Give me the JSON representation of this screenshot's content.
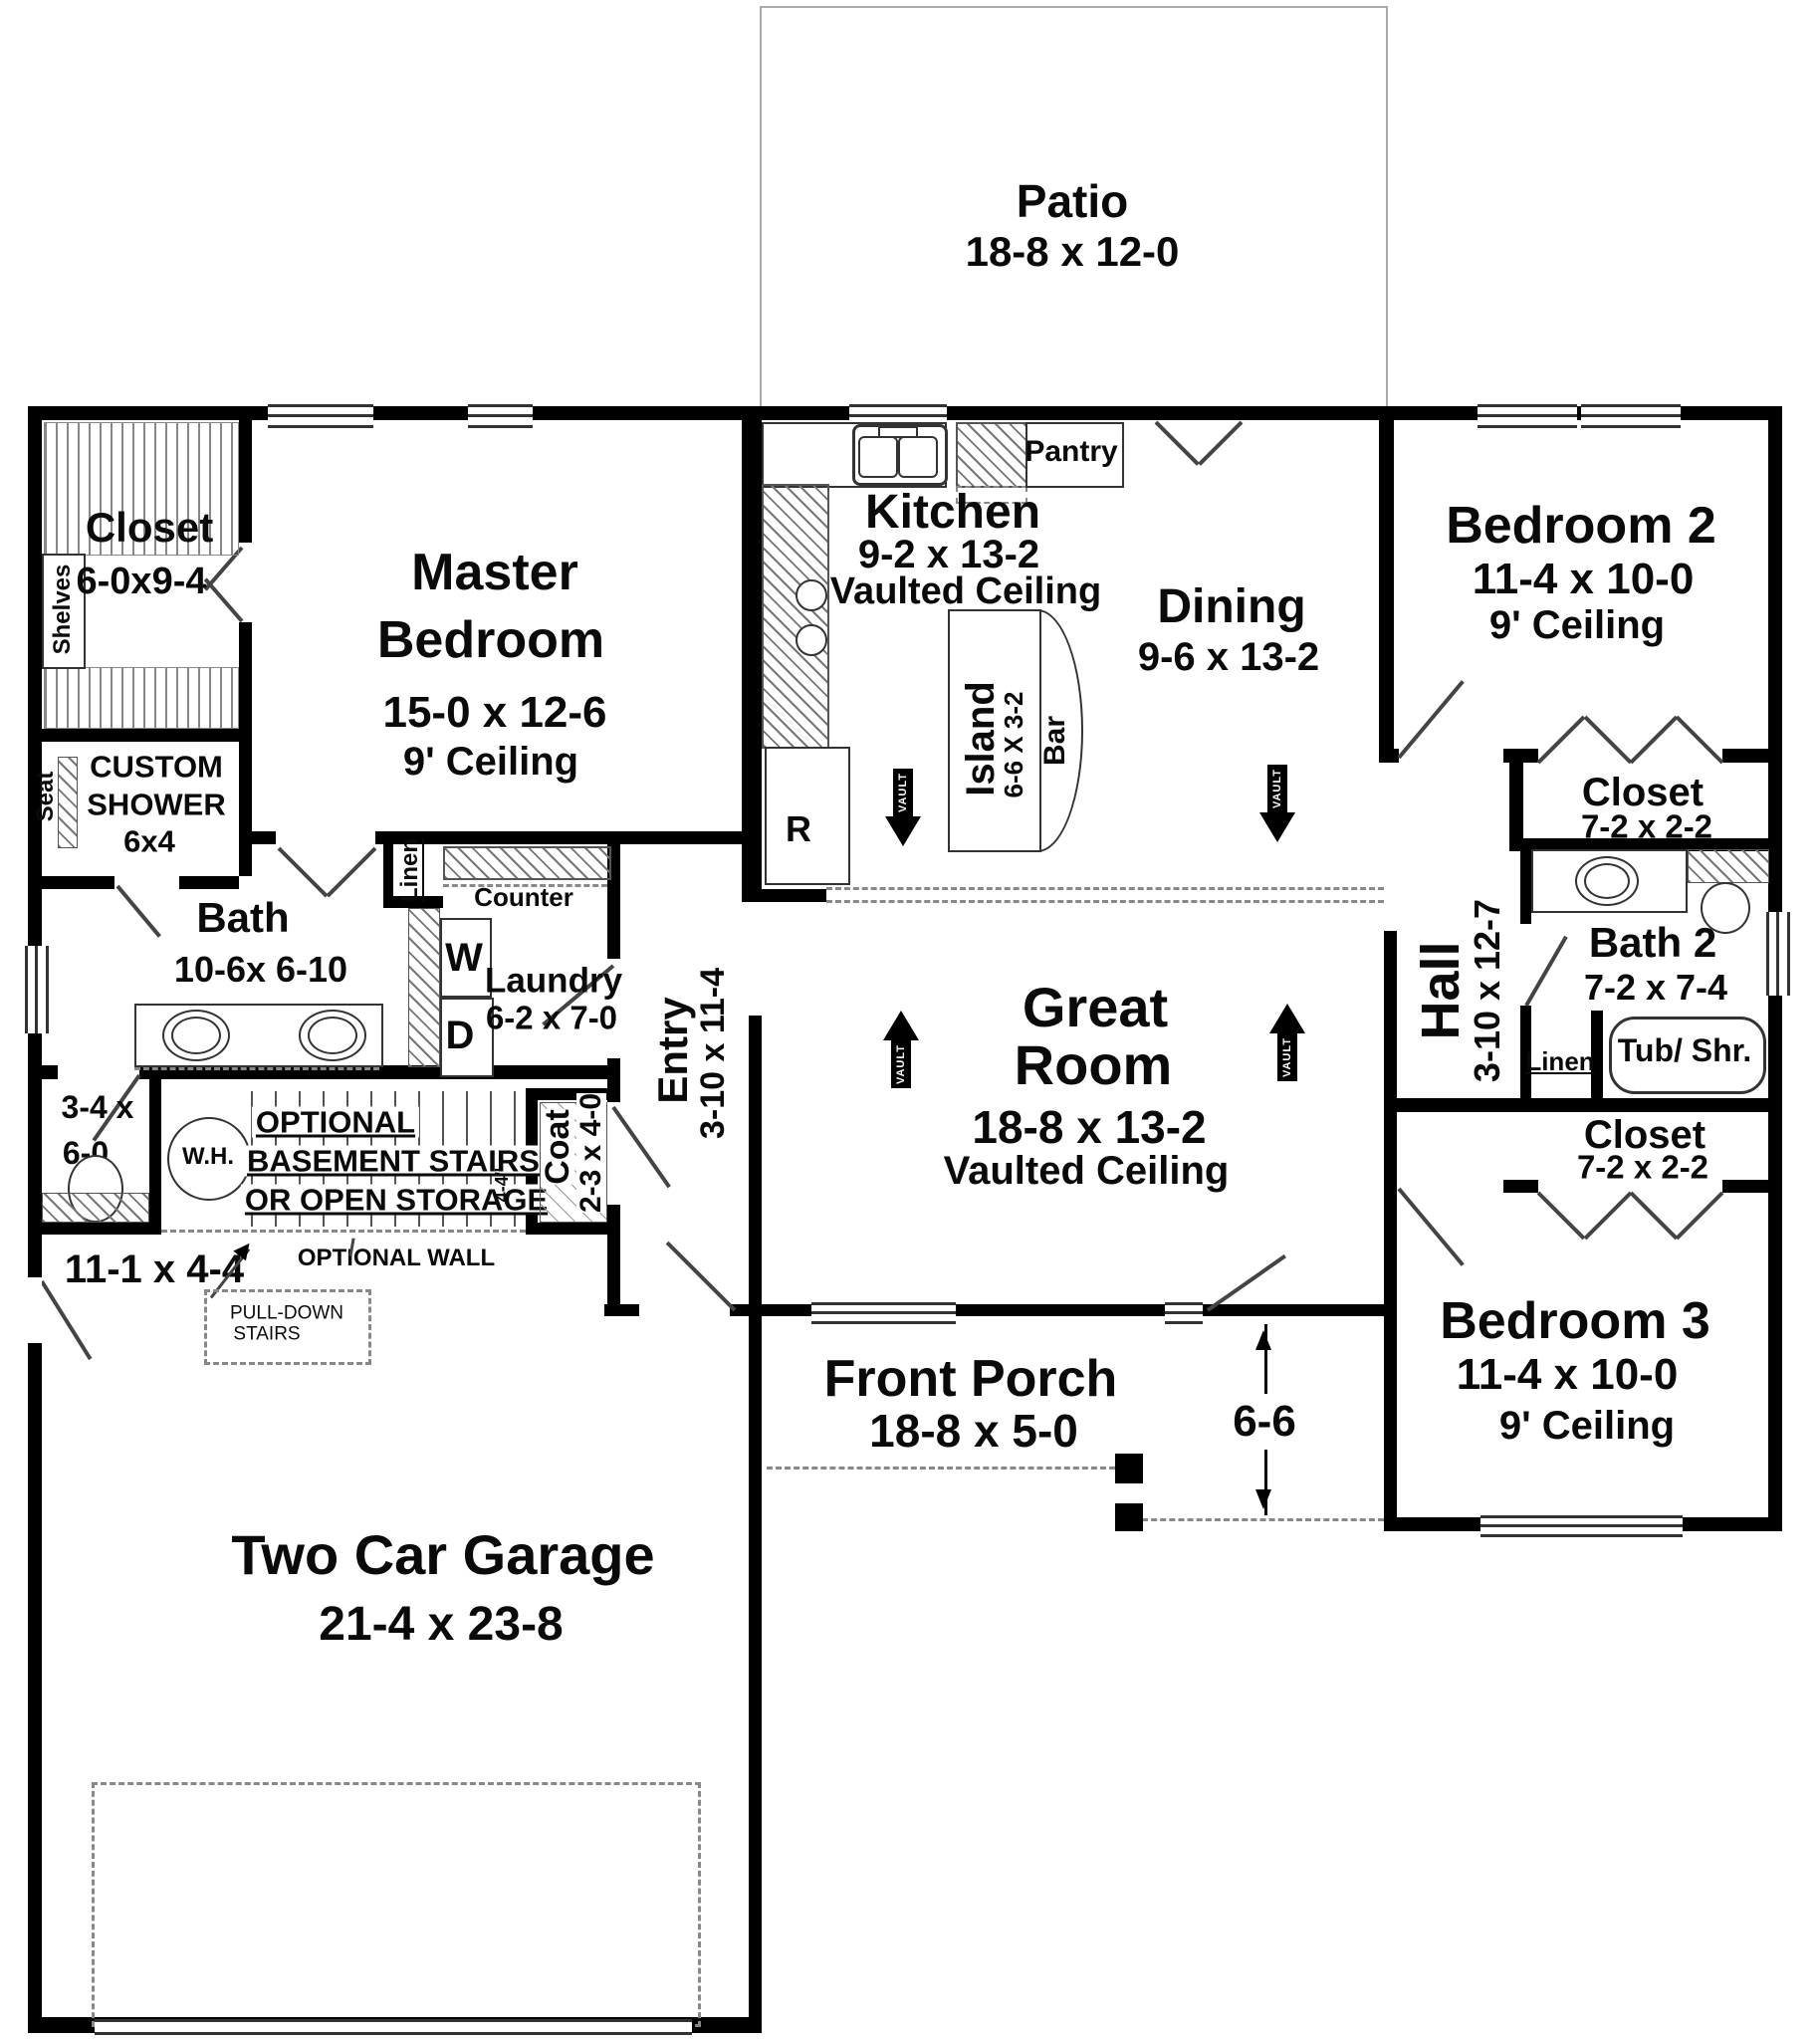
{
  "rooms": {
    "patio": {
      "name": "Patio",
      "dims": "18-8 x 12-0"
    },
    "master_closet": {
      "name": "Closet",
      "dims": "6-0x9-4",
      "shelves": "Shelves"
    },
    "master_bedroom": {
      "name1": "Master",
      "name2": "Bedroom",
      "dims": "15-0 x 12-6",
      "ceiling": "9' Ceiling"
    },
    "custom_shower": {
      "name1": "CUSTOM",
      "name2": "SHOWER",
      "name3": "6x4",
      "seat": "Seat"
    },
    "bath": {
      "name": "Bath",
      "dims": "10-6x 6-10"
    },
    "toilet_room": {
      "dims1": "3-4 x",
      "dims2": "6-0"
    },
    "linen": {
      "name": "Linen"
    },
    "laundry": {
      "name": "Laundry",
      "dims": "6-2 x 7-0",
      "counter": "Counter",
      "washer": "W",
      "dryer": "D"
    },
    "water_heater": {
      "name": "W.H."
    },
    "basement_stairs": {
      "line1": "OPTIONAL",
      "line2": "BASEMENT STAIRS",
      "line3": "OR OPEN STORAGE",
      "optional_wall": "OPTIONAL WALL",
      "dims": "11-1 x 4-4",
      "rise": "4-4\""
    },
    "pull_down": {
      "line1": "PULL-DOWN",
      "line2": "STAIRS"
    },
    "coat": {
      "name": "Coat",
      "dims": "2-3 x 4-0"
    },
    "entry": {
      "name": "Entry",
      "dims": "3-10 x 11-4"
    },
    "kitchen": {
      "name": "Kitchen",
      "dims": "9-2 x 13-2",
      "ceiling": "Vaulted Ceiling",
      "pantry": "Pantry",
      "range": "R"
    },
    "island": {
      "name": "Island",
      "dims": "6-6 X 3-2",
      "bar": "Bar"
    },
    "dining": {
      "name": "Dining",
      "dims": "9-6 x 13-2"
    },
    "great_room": {
      "name1": "Great",
      "name2": "Room",
      "dims": "18-8 x 13-2",
      "ceiling": "Vaulted Ceiling"
    },
    "bedroom2": {
      "name": "Bedroom 2",
      "dims": "11-4 x 10-0",
      "ceiling": "9' Ceiling"
    },
    "closet2": {
      "name": "Closet",
      "dims": "7-2 x 2-2"
    },
    "hall": {
      "name": "Hall",
      "dims": "3-10 x 12-7"
    },
    "bath2": {
      "name": "Bath 2",
      "dims": "7-2 x 7-4",
      "linen": "Linen",
      "tub": "Tub/ Shr."
    },
    "closet3": {
      "name": "Closet",
      "dims": "7-2 x 2-2"
    },
    "bedroom3": {
      "name": "Bedroom 3",
      "dims": "11-4 x 10-0",
      "ceiling": "9' Ceiling"
    },
    "front_porch": {
      "name": "Front Porch",
      "dims": "18-8 x 5-0",
      "depth": "6-6"
    },
    "garage": {
      "name": "Two Car Garage",
      "dims": "21-4 x 23-8"
    }
  },
  "annotations": {
    "vault": "VAULT"
  }
}
